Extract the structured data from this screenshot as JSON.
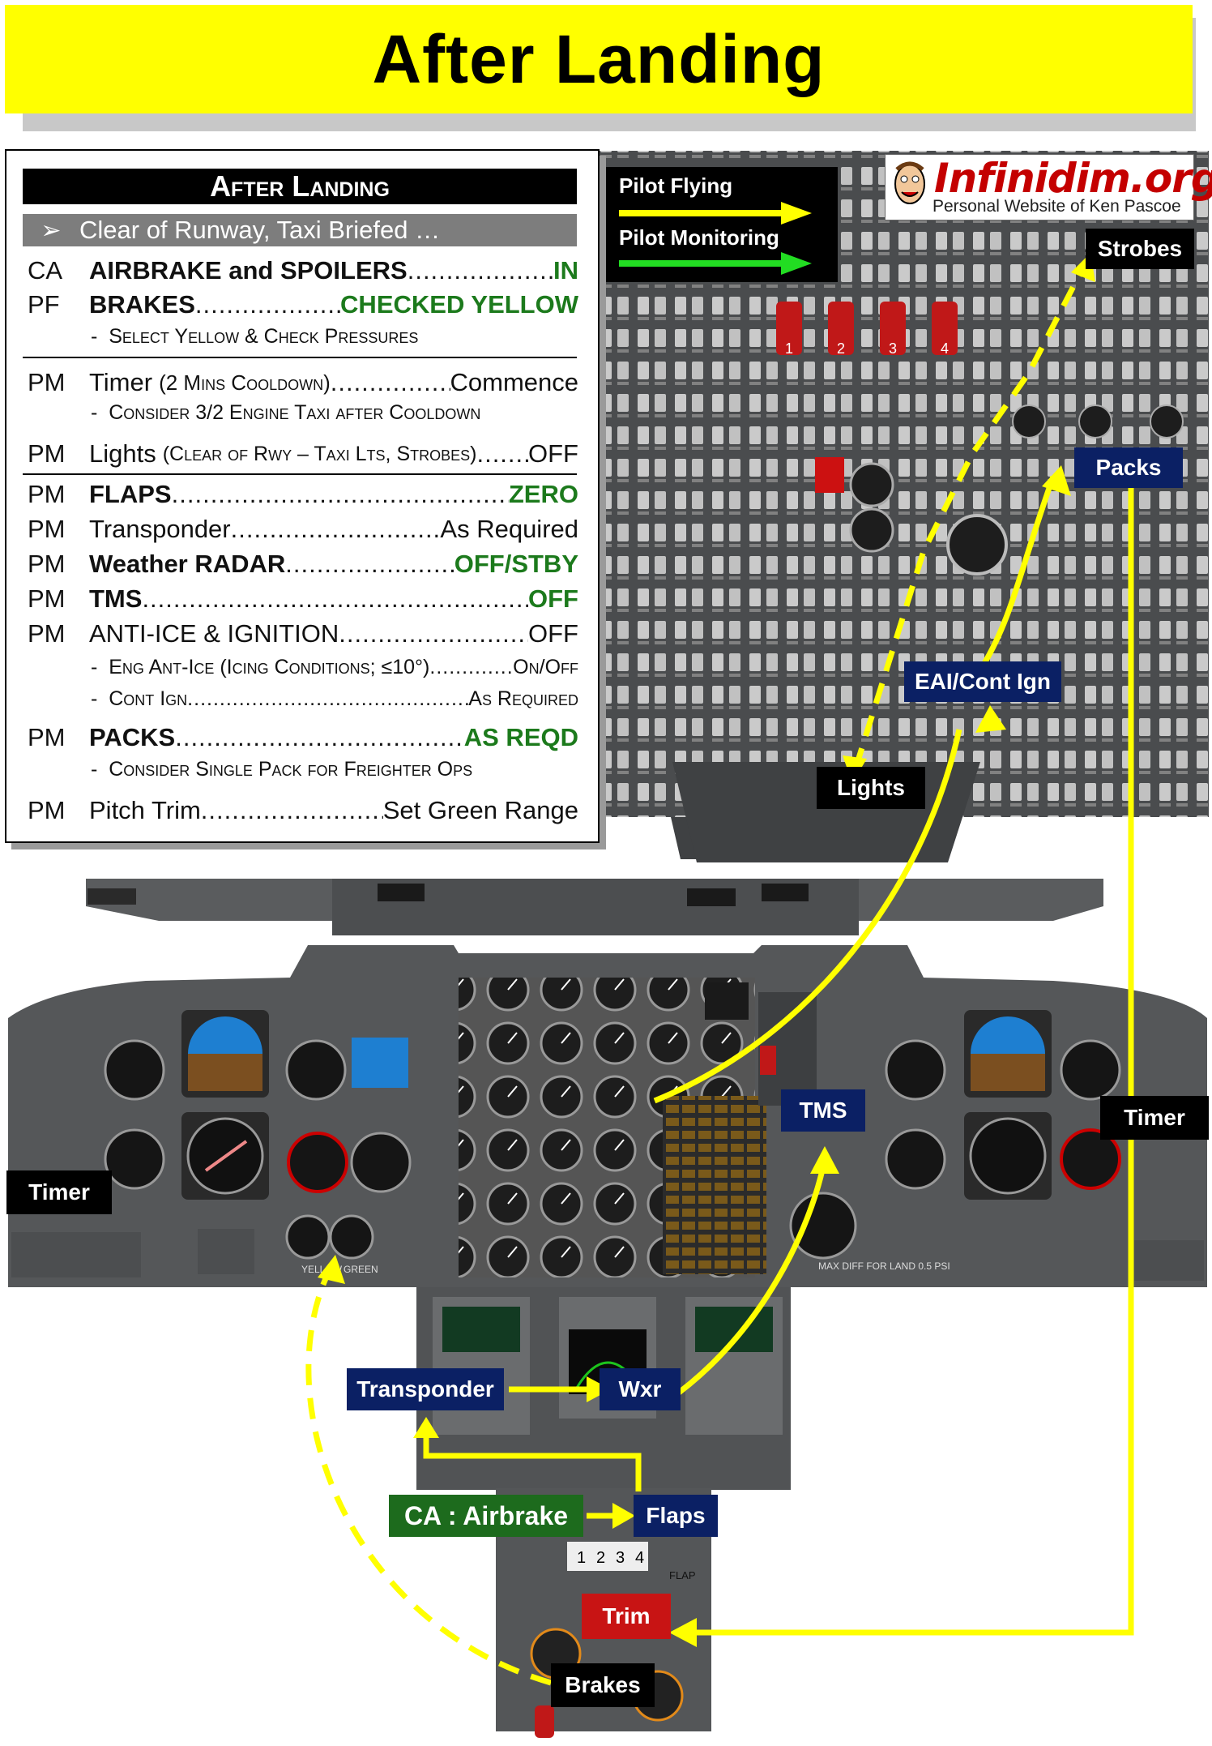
{
  "title": "After Landing",
  "checklist": {
    "header": "After Landing",
    "subheader": "Clear of Runway, Taxi Briefed …",
    "rows": [
      {
        "who": "CA",
        "item": "AIRBRAKE and SPOILERS",
        "action": "IN"
      },
      {
        "who": "PF",
        "item": "BRAKES",
        "action": "CHECKED YELLOW"
      },
      {
        "note": "Select Yellow & Check Pressures"
      },
      {
        "who": "PM",
        "item": "Timer",
        "item_suffix": "(2 Mins Cooldown)",
        "action": "Commence"
      },
      {
        "note": "Consider 3/2 Engine Taxi after Cooldown"
      },
      {
        "who": "PM",
        "item": "Lights",
        "item_suffix": "(Clear of Rwy – Taxi Lts, Strobes)",
        "action": "OFF"
      },
      {
        "who": "PM",
        "item": "FLAPS",
        "action": "ZERO"
      },
      {
        "who": "PM",
        "item": "Transponder",
        "action": "As Required"
      },
      {
        "who": "PM",
        "item": "Weather RADAR",
        "action": "OFF/STBY"
      },
      {
        "who": "PM",
        "item": "TMS",
        "action": "OFF"
      },
      {
        "who": "PM",
        "item": "ANTI-ICE & IGNITION",
        "action": "OFF"
      },
      {
        "note": "Eng Ant-Ice (Icing Conditions; ≤10°)",
        "action": "On/Off"
      },
      {
        "note": "Cont Ign",
        "action": "As Required"
      },
      {
        "who": "PM",
        "item": "PACKS",
        "action": "AS REQD"
      },
      {
        "note": "Consider Single Pack for Freighter Ops"
      },
      {
        "who": "PM",
        "item": "Pitch Trim",
        "action": "Set Green Range"
      }
    ]
  },
  "legend": {
    "pilot_flying": "Pilot Flying",
    "pilot_monitoring": "Pilot Monitoring",
    "pilot_flying_color": "#ffff00",
    "pilot_monitoring_color": "#22dd22"
  },
  "logo": {
    "name": "Infinidim.org",
    "tagline": "Personal Website of Ken Pascoe"
  },
  "callouts": {
    "strobes": "Strobes",
    "packs": "Packs",
    "eai_cont_ign": "EAI/Cont Ign",
    "lights": "Lights",
    "tms": "TMS",
    "timer_left": "Timer",
    "timer_right": "Timer",
    "transponder": "Transponder",
    "wxr": "Wxr",
    "ca_airbrake": "CA : Airbrake",
    "flaps": "Flaps",
    "trim": "Trim",
    "brakes": "Brakes"
  },
  "panel_markings": {
    "overhead_engine_switches": [
      "1",
      "2",
      "3",
      "4"
    ],
    "flap_lever_positions": [
      "1",
      "2",
      "3",
      "4"
    ],
    "gauge_labels": [
      "YELLOW",
      "GREEN"
    ],
    "cabin_note": "MAX DIFF FOR LAND 0.5 PSI",
    "flap_label": "FLAP"
  },
  "colors": {
    "banner": "#ffff00",
    "route_line": "#ffff00",
    "callout_navy": "#0b2064",
    "callout_green": "#1d6b1d",
    "callout_red": "#c81414",
    "panel": "#4a4a4a",
    "action_green": "#1c7a1c"
  }
}
